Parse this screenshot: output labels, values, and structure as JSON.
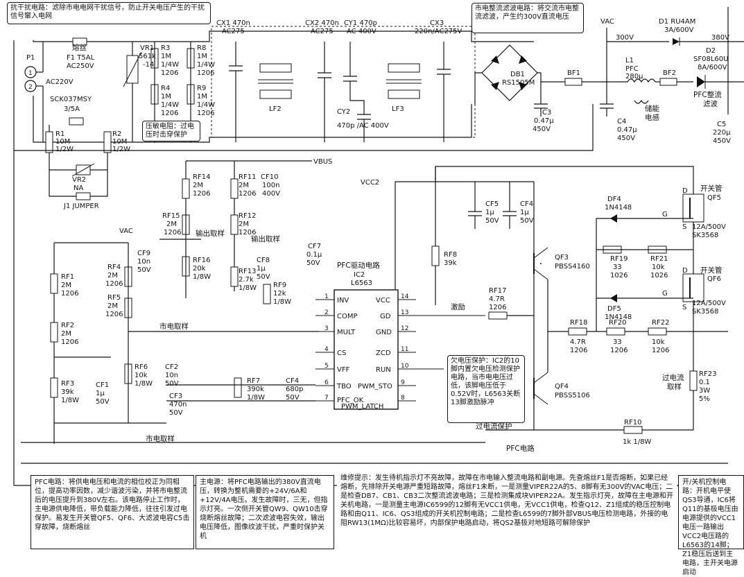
{
  "notes": {
    "interference": "抗干扰电路：滤除市电电网干扰信号，防止开关电压产生的干扰信号窜入电网",
    "rectifier": "市电整流滤波电路：将交流市电整流滤波，产生约300V直流电压",
    "varistor": "压敏电阻：过电压时击穿保护",
    "pfc_chip": "PFC驱动电路",
    "undervoltage": "欠电压保护：IC2的10脚内置欠电压检测保护电路，当市电电压过低，该脚电压低于0.52V时，L6563关断13脚激励脉冲",
    "pfc_desc": "PFC电路：将供电电压和电流的相位校正为同相位，提高功率因数，减少谐波污染，并将市电整流后的电压提升到380V左右。该电路停止工作时，主电源供电降低，带负载能力降低，往往引发过电保护。易发生开关管QF5、QF6、大滤波电容C5击穿故障，烧断熔丝",
    "main_power": "主电源：将PFC电路输出的380V直流电压，转换为整机需要的+24V/6A和+12V/4A电压。发生故障时，三无，但指示灯亮。一次侧开关管QW9、QW10击穿烧断熔丝故障；二次滤波电容失效，输出电压降低，图像纹波干扰，严重时保护关机",
    "repair": "维修提示：发生待机指示灯不亮故障，故障在市电输入整流电路和副电源。先查熔丝F1是否熔断，如果已经熔断，先排除开关电源严重短路故障，熔丝F1未断，一是测量VIPER22A的5、8脚有无300V的VAC电压；二是检查DB7、CB1、CB3二次整流滤波电路；三是检测集成块VIPER22A。发生指示灯亮，故障在主电源和开关机电路，一是测量主电源IC6599的12脚有无VCC1供电，无VCC1供电，检查Q12、Z1组成的稳压控制电路和由Q11、IC6、QS3组成的开关机控制电路；二是检查L6599的7脚外部VBUS电压检测电路，外接的电阻RW13(1MΩ)比较容易坏，内部保护电路启动，将QS2基极对地短路可解除保护",
    "switch_ctrl": "开/关机控制电路：开机电平使QS3导通，IC6将Q11的基极电压由电源提供的VCC1电压一路输出VCC2电压路的L6563的14脚；Z1稳压后送到主电路，主开关电源启动"
  },
  "labels": {
    "p1": "P1",
    "ac220": "AC220V",
    "fuse": "熔丝",
    "f1": "F1 T5AL",
    "f1v": "AC250V",
    "sck": "SCK037MSY",
    "sckv": "3/5A",
    "r1": "R1",
    "r1v": "10M",
    "r1w": "1/2W",
    "r2": "R2",
    "r2v": "10M",
    "r2w": "1/2W",
    "vr2": "VR2",
    "vr2v": "NA",
    "j1": "J1 JUMPER",
    "vr1": "VR1",
    "vr1v": "561k",
    "vr1w": "-14",
    "r3": "R3",
    "r4": "R4",
    "r8": "R8",
    "r9": "R9",
    "m1": "1M",
    "w14": "1/4W",
    "p1206": "1206",
    "cx1": "CX1 470n",
    "cx1v": "AC275",
    "cx2": "CX2 470n",
    "cx2v": "AC275",
    "cy1": "CY1 470p",
    "cy1v": "AC 400V",
    "cx3": "CX3",
    "cx3v": "220n/AC275V",
    "lf2": "LF2",
    "lf3": "LF3",
    "cy2": "CY2",
    "cy2v": "470p /AC 400V",
    "db1": "DB1",
    "db1v": "RS1505M",
    "bf1": "BF1",
    "c3": "C3",
    "c3v": "0.47μ",
    "c3w": "450V",
    "vac": "VAC",
    "v300": "300V",
    "l1": "L1",
    "l1t": "PFC",
    "l1v": "280μ",
    "bf2": "BF2",
    "d1": "D1 RU4AM",
    "d1v": "3A/600V",
    "d2": "D2",
    "d2v": "SF08L60U",
    "d2w": "8A/600V",
    "v380": "380V",
    "pfcout": "PFC整流",
    "pfcout2": "滤波",
    "c4": "C4",
    "c4v": "0.47μ",
    "c4w": "450V",
    "store": "储能",
    "store2": "电感",
    "c5": "C5",
    "c5v": "220μ",
    "c5w": "450V",
    "vbus": "VBUS",
    "vcc2": "VCC2",
    "rf14": "RF14",
    "rf15": "RF15",
    "rf16": "RF16",
    "rf11": "RF11",
    "rf12": "RF12",
    "rf13": "RF13",
    "v2m": "2M",
    "v20k": "20k",
    "v18w": "1/8W",
    "v27k": "2.7k",
    "cf10": "CF10",
    "cf10v": "100n",
    "cf10w": "400V",
    "cf5": "CF5",
    "cf4": "CF4",
    "c1u": "1μ",
    "v50": "50V",
    "outsample": "输出取样",
    "outsample2": "输出取样",
    "cf9": "CF9",
    "cf9v": "10n",
    "cf8": "CF8",
    "cf7": "CF7",
    "cf7v": "0.1μ",
    "rf9": "RF9",
    "rf9v": "12k",
    "rf8": "RF8",
    "rf8v": "39k",
    "ic2": "IC2",
    "l6563": "L6563",
    "p1n": "1",
    "p2n": "2",
    "p3n": "3",
    "p4n": "4",
    "p5n": "5",
    "p6n": "6",
    "p7n": "7",
    "p8n": "8",
    "p9n": "9",
    "p10n": "10",
    "p11n": "11",
    "p12n": "12",
    "p13n": "13",
    "p14n": "14",
    "inv": "INV",
    "comp": "COMP",
    "mult": "MULT",
    "cs": "CS",
    "vff": "VFF",
    "tbo": "TBO",
    "pfcok": "PFC_OK",
    "vcc": "VCC",
    "gd": "GD",
    "gnd": "GND",
    "zcd": "ZCD",
    "run": "RUN",
    "pwmsto": "PWM_STO",
    "pwmlatch": "PWM_LATCH",
    "rf17": "RF17",
    "rf17v": "4.7R",
    "excite": "激励",
    "qf3": "QF3",
    "qf3v": "PBSS4160",
    "qf4": "QF4",
    "qf4v": "PBSS5106",
    "rf18": "RF18",
    "rf18v": "4.7R",
    "rf19": "RF19",
    "rf20": "RF20",
    "rf21": "RF21",
    "rf22": "RF22",
    "v33": "33",
    "v10k": "10k",
    "p1026": "1026",
    "df4": "DF4",
    "df5": "DF5",
    "n4148": "1N4148",
    "qf5t": "开关管",
    "qf5": "QF5",
    "qf6t": "开关管",
    "qf6": "QF6",
    "qrate": "12A/500V",
    "qpart": "SK3568",
    "g": "G",
    "d": "D",
    "s": "S",
    "rf23": "RF23",
    "rf23v": "0.1",
    "rf23w": "3W",
    "rf23p": "5%",
    "cursample": "过电流",
    "cursample2": "取样",
    "rf1": "RF1",
    "rf2": "RF2",
    "rf3": "RF3",
    "rf4": "RF4",
    "rf5": "RF5",
    "rf6": "RF6",
    "rf7": "RF7",
    "rf10": "RF10",
    "v39k": "39k",
    "v10kb": "10k",
    "v390k": "390k",
    "rf10v": "1k 1/8W",
    "cf1": "CF1",
    "cf2": "CF2",
    "cf3": "CF3",
    "cf3v": "470n",
    "cf4b": "CF4",
    "cf4bv": "680p",
    "cf2v": "10n",
    "mainsample": "市电取样",
    "mainsample2": "市电取样",
    "ocp": "过电流保护",
    "pfccircuit": "PFC电路"
  }
}
